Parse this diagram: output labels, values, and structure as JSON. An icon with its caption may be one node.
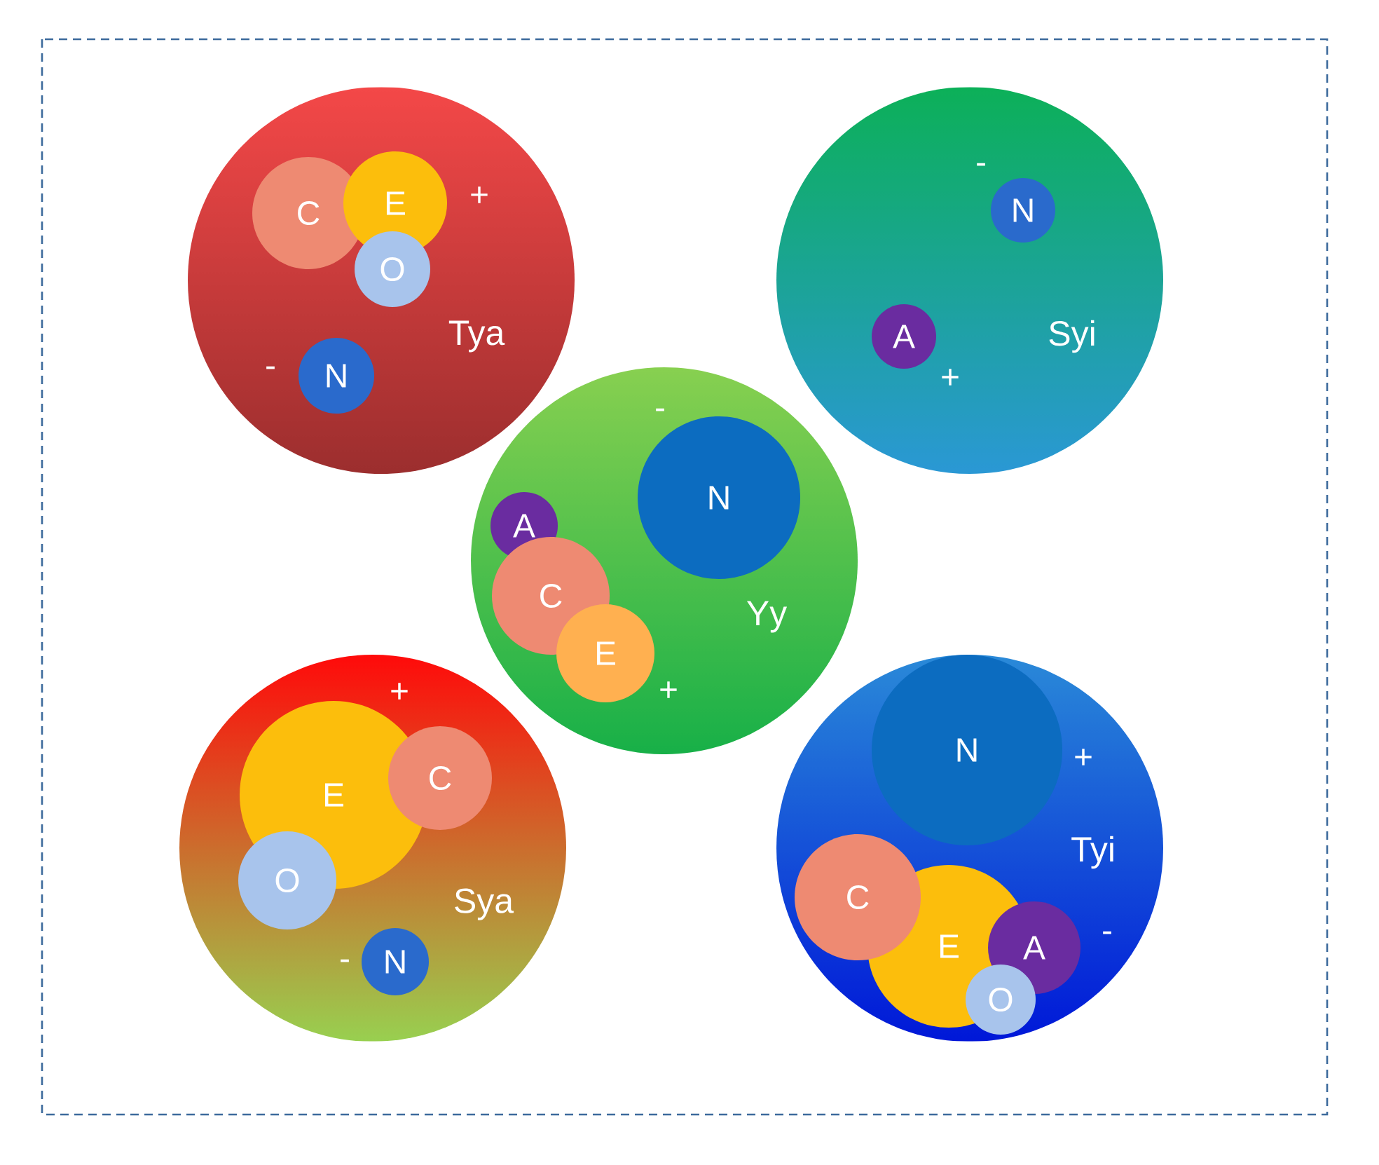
{
  "diagram": {
    "nodes": [
      {
        "text": [
          "Tya"
        ]
      },
      {
        "text": [
          "C"
        ],
        "in": 0
      },
      {
        "text": [
          "E"
        ],
        "in": 0
      },
      {
        "text": [
          "O"
        ],
        "in": 0
      },
      {
        "text": [
          "N"
        ],
        "in": 0
      },
      {
        "text": [
          "Syi"
        ]
      },
      {
        "text": [
          "N"
        ],
        "in": 5
      },
      {
        "text": [
          "A"
        ],
        "in": 5
      },
      {
        "text": [
          "Yy"
        ]
      },
      {
        "text": [
          "N"
        ],
        "in": 8
      },
      {
        "text": [
          "A"
        ],
        "in": 8
      },
      {
        "text": [
          "C"
        ],
        "in": 8
      },
      {
        "text": [
          "E"
        ],
        "in": 8
      },
      {
        "text": [
          "Sya"
        ]
      },
      {
        "text": [
          "E"
        ],
        "in": 13
      },
      {
        "text": [
          "C"
        ],
        "in": 13
      },
      {
        "text": [
          "O"
        ],
        "in": 13
      },
      {
        "text": [
          "N"
        ],
        "in": 13
      },
      {
        "text": [
          "Tyi"
        ]
      },
      {
        "text": [
          "N"
        ],
        "in": 18
      },
      {
        "text": [
          "E"
        ],
        "in": 18
      },
      {
        "text": [
          "C"
        ],
        "in": 18
      },
      {
        "text": [
          "A"
        ],
        "in": 18
      },
      {
        "text": [
          "O"
        ],
        "in": 18
      }
    ],
    "labels": [
      "+",
      "-",
      "-",
      "+",
      "-",
      "+",
      "+",
      "-",
      "+",
      "-"
    ]
  }
}
